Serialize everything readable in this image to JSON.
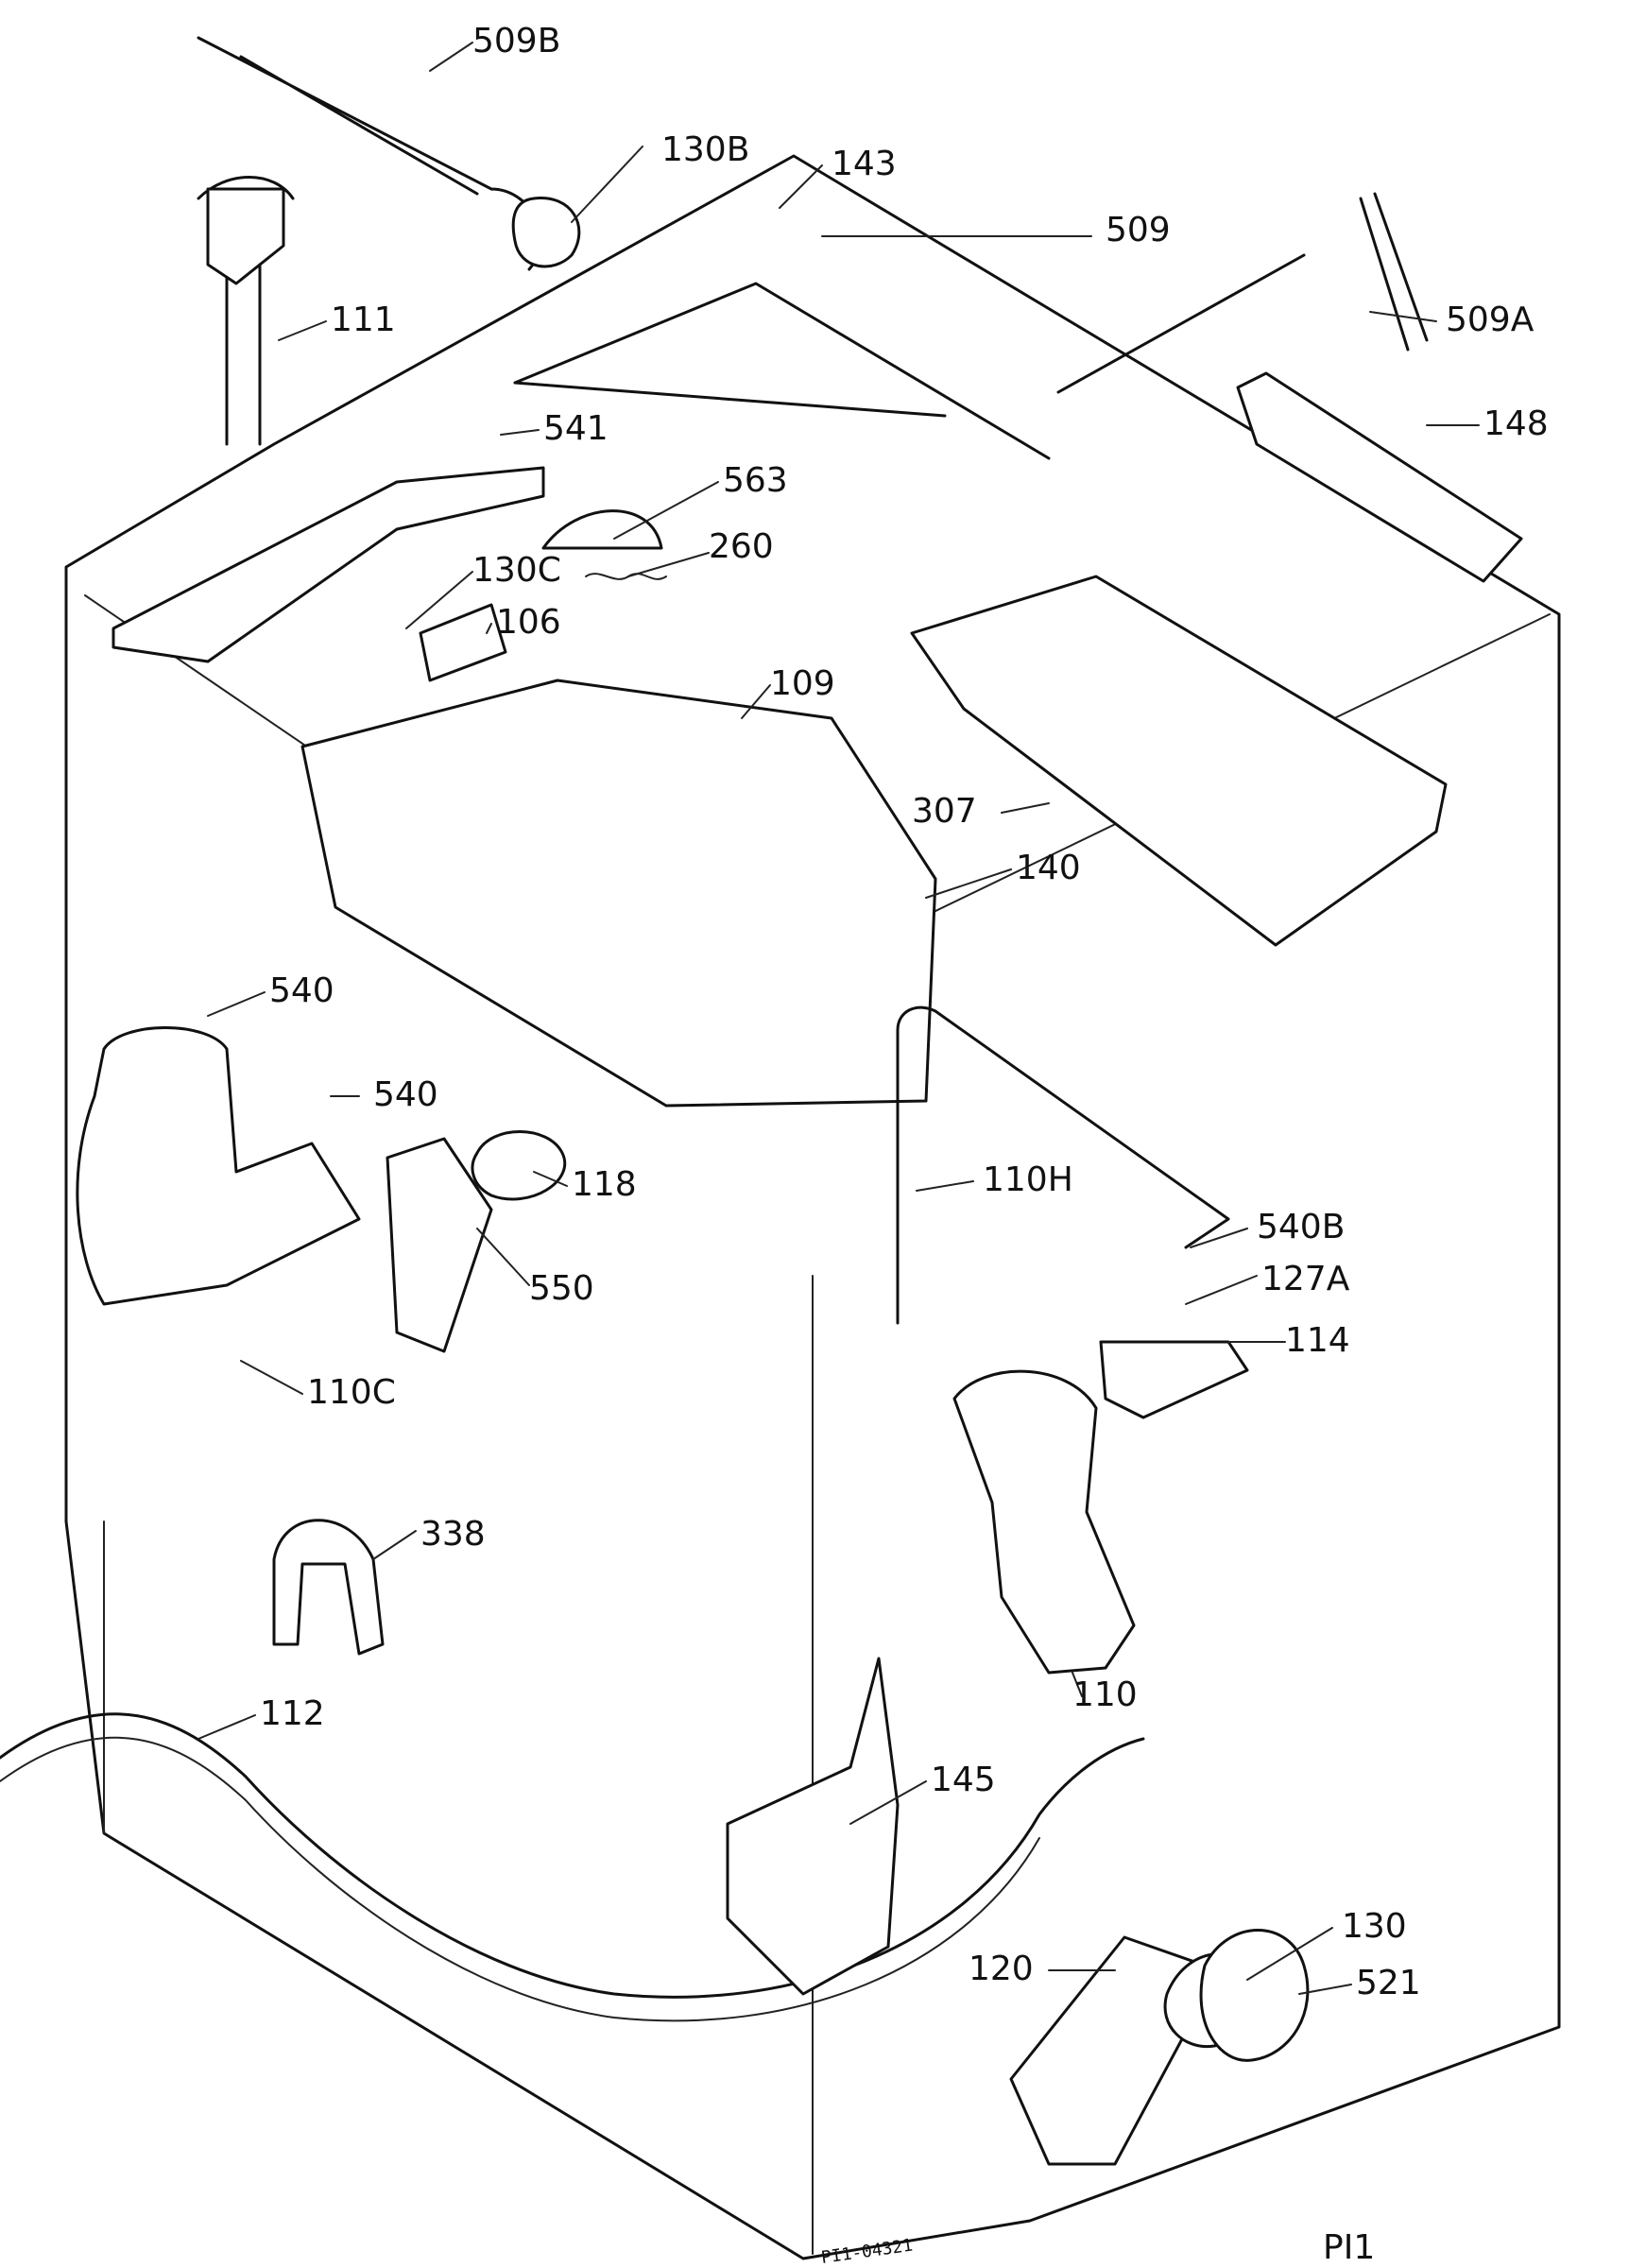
{
  "labels": {
    "p509B": "509B",
    "p130B": "130B",
    "p143": "143",
    "p509": "509",
    "p111": "111",
    "p509A": "509A",
    "p148": "148",
    "p541": "541",
    "p563": "563",
    "p260": "260",
    "p130C": "130C",
    "p106": "106",
    "p109": "109",
    "p307": "307",
    "p140": "140",
    "p540_top": "540",
    "p540_mid": "540",
    "p118": "118",
    "p110H": "110H",
    "p540B": "540B",
    "p550": "550",
    "p127A": "127A",
    "p114": "114",
    "p110C": "110C",
    "p338": "338",
    "p110": "110",
    "p112": "112",
    "p145": "145",
    "p130": "130",
    "p120": "120",
    "p521": "521",
    "drawing_code": "PI1-04321",
    "page_code": "PI1"
  }
}
